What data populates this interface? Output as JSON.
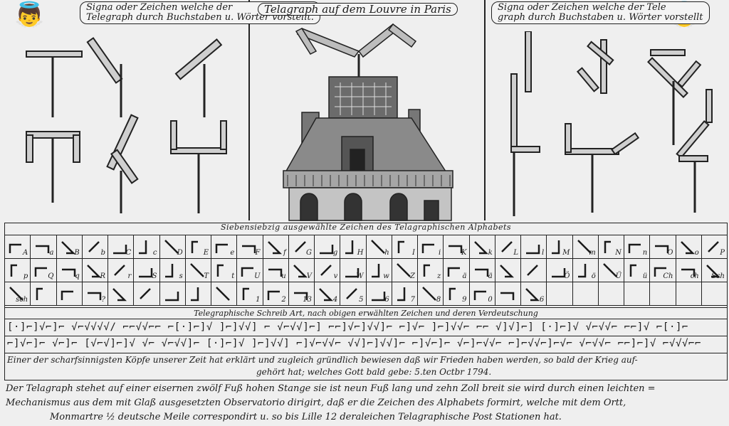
{
  "header": {
    "left_banner": {
      "line1": "Signa oder Zeichen welche der",
      "line2": "Telegraph durch Buchstaben u. Wörter vorstellt."
    },
    "center_banner": "Telagraph auf dem Louvre in Paris",
    "right_banner": {
      "line1": "Signa oder Zeichen welche der Tele",
      "line2": "graph durch Buchstaben u. Wörter vorstellt"
    }
  },
  "alphabet": {
    "title": "Siebensiebzig ausgewählte Zeichen des Telagraphischen Alphabets",
    "row1": [
      "A",
      "a",
      "B",
      "b",
      "C",
      "c",
      "D",
      "E",
      "e",
      "F",
      "f",
      "G",
      "g",
      "H",
      "h",
      "I",
      "i",
      "K",
      "k",
      "L",
      "l",
      "M",
      "m",
      "N",
      "n",
      "O",
      "o",
      "P"
    ],
    "row2": [
      "p",
      "Q",
      "q",
      "R",
      "r",
      "S",
      "s",
      "T",
      "t",
      "U",
      "u",
      "V",
      "v",
      "W",
      "w",
      "Z",
      "z",
      "ä",
      "ä",
      "",
      "",
      "Ö",
      "ö",
      "Ü",
      "ü",
      "Ch",
      "ch",
      "Sch"
    ],
    "row3": [
      "sch",
      "",
      "",
      "?",
      "",
      "",
      "",
      "",
      "",
      "1",
      "2",
      "13",
      "4",
      "5",
      "6",
      "7",
      "8",
      "9",
      "0",
      "",
      "6",
      "",
      "",
      "",
      "",
      "",
      "",
      ""
    ]
  },
  "translation_title": "Telegraphische Schreib Art, nach obigen erwählten Zeichen und deren Verdeutschung",
  "code_rows": [
    "[·]⌐]√⌐]⌐ √⌐√√√√/ ⌐⌐√√⌐⌐ ⌐[·]⌐]√ ]⌐]√√] ⌐ √⌐√√]⌐] ⌐⌐]√⌐]√√]⌐ ⌐]√⌐ ]⌐]√√⌐ ⌐⌐ √]√]⌐] [·]⌐]√ √⌐√√⌐ ⌐⌐]√ ⌐[·]⌐",
    "⌐]√⌐]⌐ √⌐]⌐ [√⌐√]⌐]√ √⌐ √⌐√√]⌐ [·]⌐]√ ]⌐]√√] ⌐]√⌐√√⌐ √√]⌐]√√]⌐ ⌐]√⌐]⌐ √⌐]⌐√√⌐ ⌐]⌐√√⌐]⌐√⌐ √⌐√√⌐ ⌐⌐]⌐]√ ⌐√√√⌐⌐"
  ],
  "sentence": {
    "line1": "Einer der scharfsinnigsten Köpfe unserer Zeit hat erklärt und zugleich gründlich bewiesen daß wir Frieden haben werden, so bald der Krieg auf-",
    "line2": "gehört hat; welches Gott bald gebe: 5.ten Octbr 1794."
  },
  "footer": {
    "line1": "Der Telagraph stehet auf einer eisernen zwölf Fuß hohen Stange sie ist neun Fuß lang und zehn Zoll breit sie wird durch einen leichten =",
    "line2": "Mechanismus aus dem mit Glaß ausgesetzten Observatorio dirigirt, daß er die Zeichen des Alphabets formirt, welche mit dem Ortt,",
    "line3": "Monmartre ½ deutsche Meile correspondirt u. so bis Lille 12 deraleichen Telagraphische Post Stationen hat."
  }
}
